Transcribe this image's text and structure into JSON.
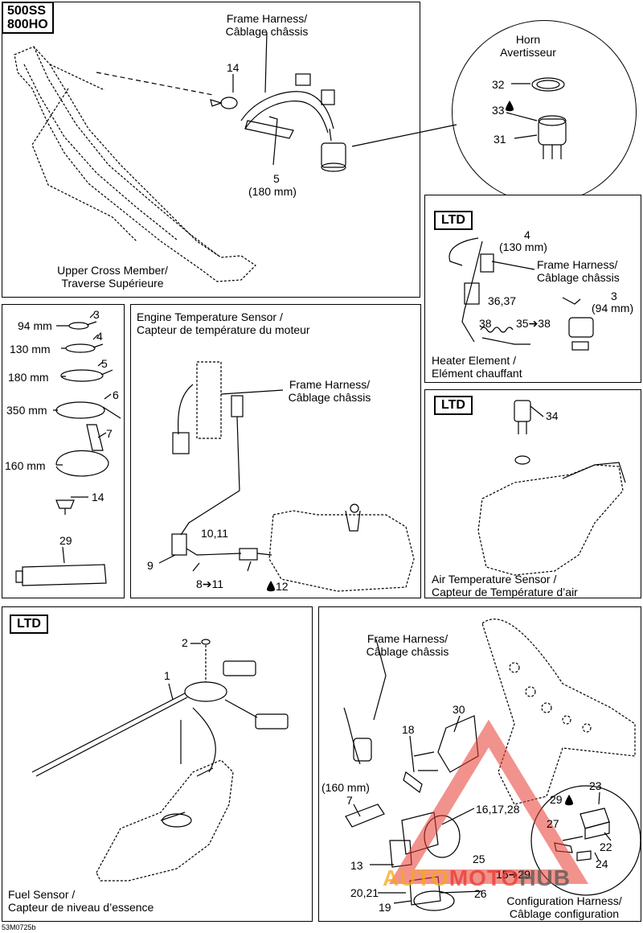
{
  "top_left": {
    "models": [
      "500SS",
      "800HO"
    ],
    "frame_harness": [
      "Frame Harness/",
      "Câblage châssis"
    ],
    "part_14": "14",
    "part_5": "5",
    "part_5_len": "(180 mm)",
    "cross_member": [
      "Upper Cross Member/",
      "Traverse Supérieure"
    ]
  },
  "horn": {
    "title": [
      "Horn",
      "Avertisseur"
    ],
    "p32": "32",
    "p33": "33",
    "p31": "31"
  },
  "ltd_heater": {
    "badge": "LTD",
    "p4": "4",
    "p4_len": "(130 mm)",
    "frame_harness": [
      "Frame Harness/",
      "Câblage châssis"
    ],
    "p36_37": "36,37",
    "p3": "3",
    "p3_len": "(94 mm)",
    "p38": "38",
    "p35_38": "35➔38",
    "title": [
      "Heater Element /",
      "Elément chauffant"
    ]
  },
  "ties": {
    "rows": [
      {
        "len": "94 mm",
        "num": "3"
      },
      {
        "len": "130 mm",
        "num": "4"
      },
      {
        "len": "180 mm",
        "num": "5"
      },
      {
        "len": "350 mm",
        "num": "6"
      },
      {
        "len": "160 mm",
        "num": "7"
      }
    ],
    "p14": "14",
    "p29": "29"
  },
  "engine_temp": {
    "title": [
      "Engine Temperature Sensor /",
      "Capteur de température du moteur"
    ],
    "frame_harness": [
      "Frame Harness/",
      "Câblage châssis"
    ],
    "p10_11": "10,11",
    "p9": "9",
    "p8_11": "8➔11",
    "p12": "12"
  },
  "ltd_air": {
    "badge": "LTD",
    "p34": "34",
    "title": [
      "Air Temperature Sensor /",
      "Capteur de Température d’air"
    ]
  },
  "ltd_fuel": {
    "badge": "LTD",
    "p2": "2",
    "p1": "1",
    "title": [
      "Fuel Sensor /",
      "Capteur de niveau d’essence"
    ]
  },
  "config": {
    "frame_harness": [
      "Frame Harness/",
      "Câblage châssis"
    ],
    "p30": "30",
    "p18": "18",
    "p160": "(160 mm)",
    "p7": "7",
    "p16_17_28": "16,17,28",
    "p29": "29",
    "p23": "23",
    "p27": "27",
    "p22": "22",
    "p24": "24",
    "p13": "13",
    "p25": "25",
    "p15_29": "15➔29",
    "p20_21": "20,21",
    "p26": "26",
    "p19": "19",
    "title": [
      "Configuration Harness/",
      "Câblage configuration"
    ]
  },
  "watermark": {
    "auto": "AUTO",
    "moto": "MOTO",
    "hub": "HUB"
  },
  "ref_code": "53M0725b",
  "colors": {
    "line": "#000000",
    "watermark_red": "#e8392e",
    "watermark_orange": "#f4a81d"
  }
}
